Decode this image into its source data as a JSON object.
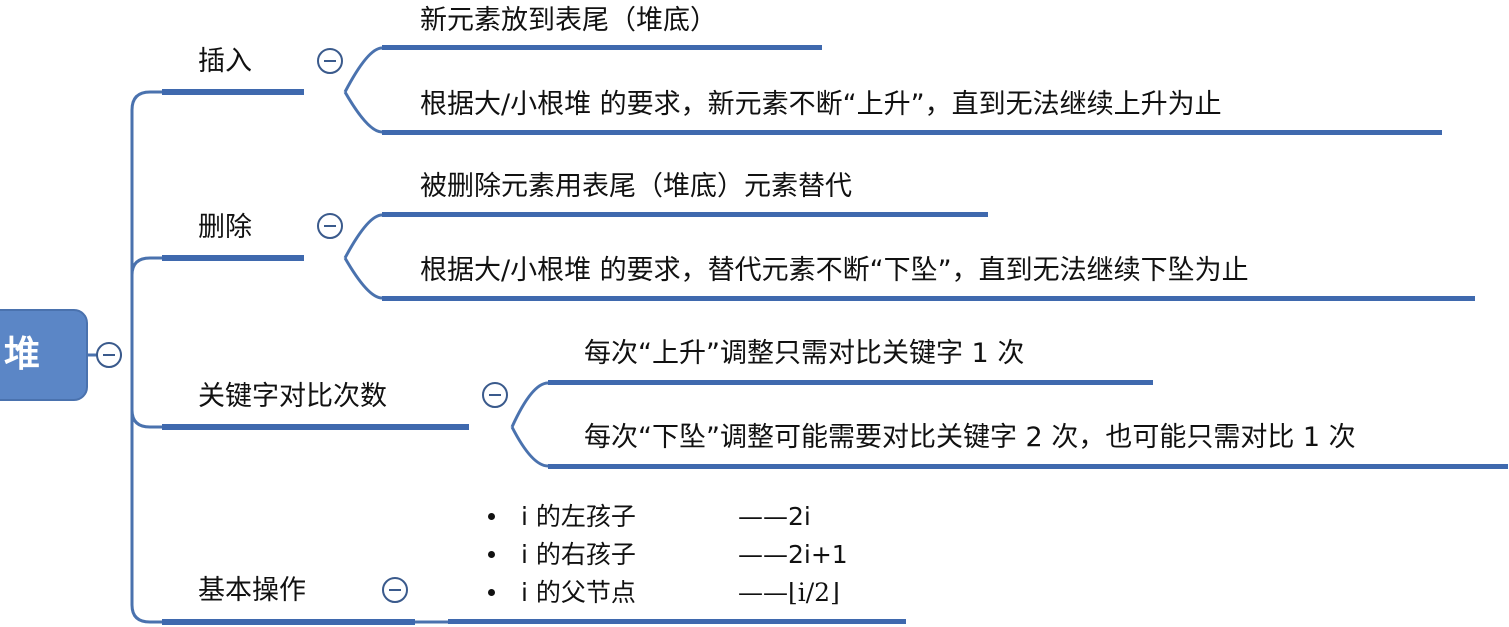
{
  "root": {
    "label": "堆"
  },
  "branches": [
    {
      "label": "插入",
      "children": [
        "新元素放到表尾（堆底）",
        "根据大/小根堆 的要求，新元素不断“上升”，直到无法继续上升为止"
      ]
    },
    {
      "label": "删除",
      "children": [
        "被删除元素用表尾（堆底）元素替代",
        "根据大/小根堆 的要求，替代元素不断“下坠”，直到无法继续下坠为止"
      ]
    },
    {
      "label": "关键字对比次数",
      "children": [
        "每次“上升”调整只需对比关键字 1 次",
        "每次“下坠”调整可能需要对比关键字 2 次，也可能只需对比 1 次"
      ]
    },
    {
      "label": "基本操作",
      "bullets": [
        {
          "text": "i 的左孩子",
          "formula": "——2i"
        },
        {
          "text": "i 的右孩子",
          "formula": "——2i+1"
        },
        {
          "text": "i 的父节点",
          "formula": "——⌊i/2⌋"
        }
      ]
    }
  ],
  "colors": {
    "root_fill": "#5b86c6",
    "line": "#4a72ae",
    "underline": "#3f69ae",
    "text": "#111111"
  },
  "icons": {
    "collapse": "minus-circle-icon"
  }
}
